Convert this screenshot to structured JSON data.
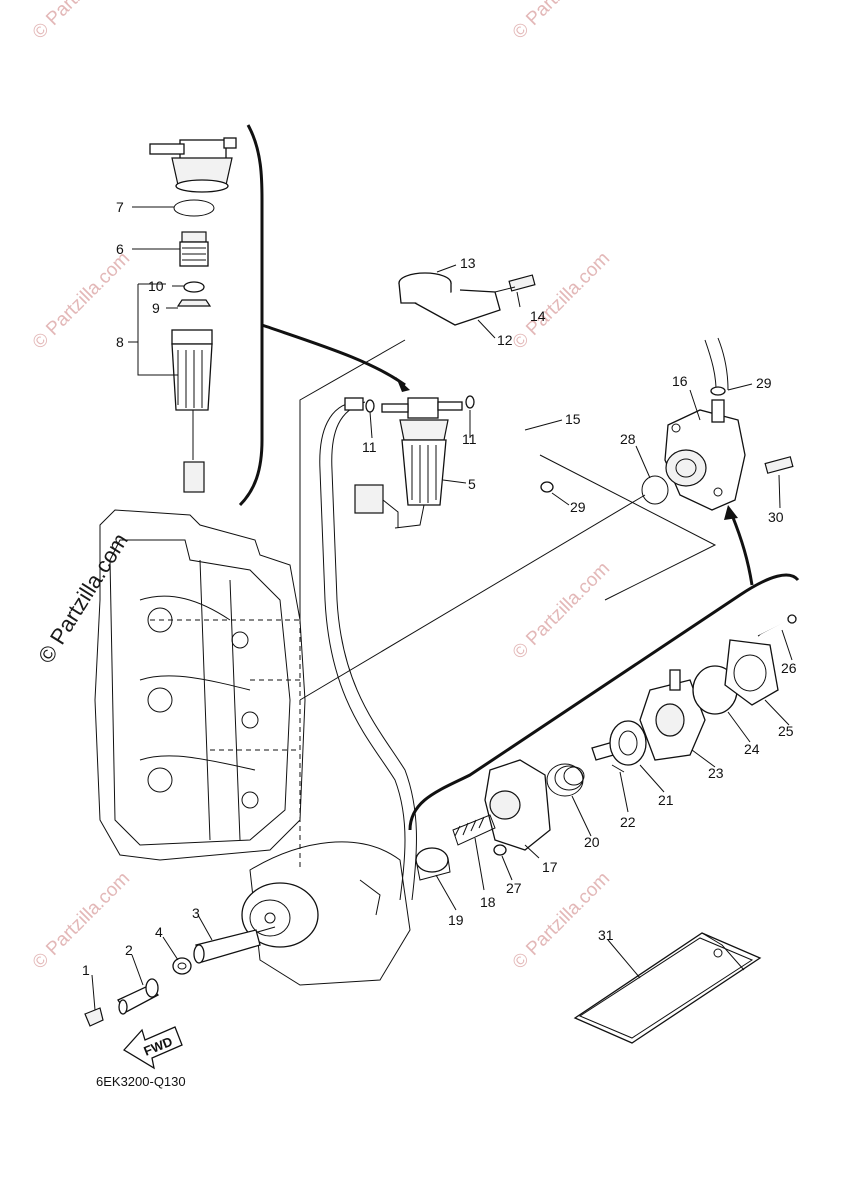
{
  "diagram": {
    "code": "6EK3200-Q130",
    "fwd_label": "FWD",
    "watermark": "© Partzilla.com",
    "callouts": [
      "1",
      "2",
      "3",
      "4",
      "5",
      "6",
      "7",
      "8",
      "9",
      "10",
      "11",
      "11",
      "12",
      "13",
      "14",
      "15",
      "16",
      "17",
      "18",
      "19",
      "20",
      "21",
      "22",
      "23",
      "24",
      "25",
      "26",
      "27",
      "28",
      "29",
      "29",
      "30",
      "31"
    ]
  }
}
